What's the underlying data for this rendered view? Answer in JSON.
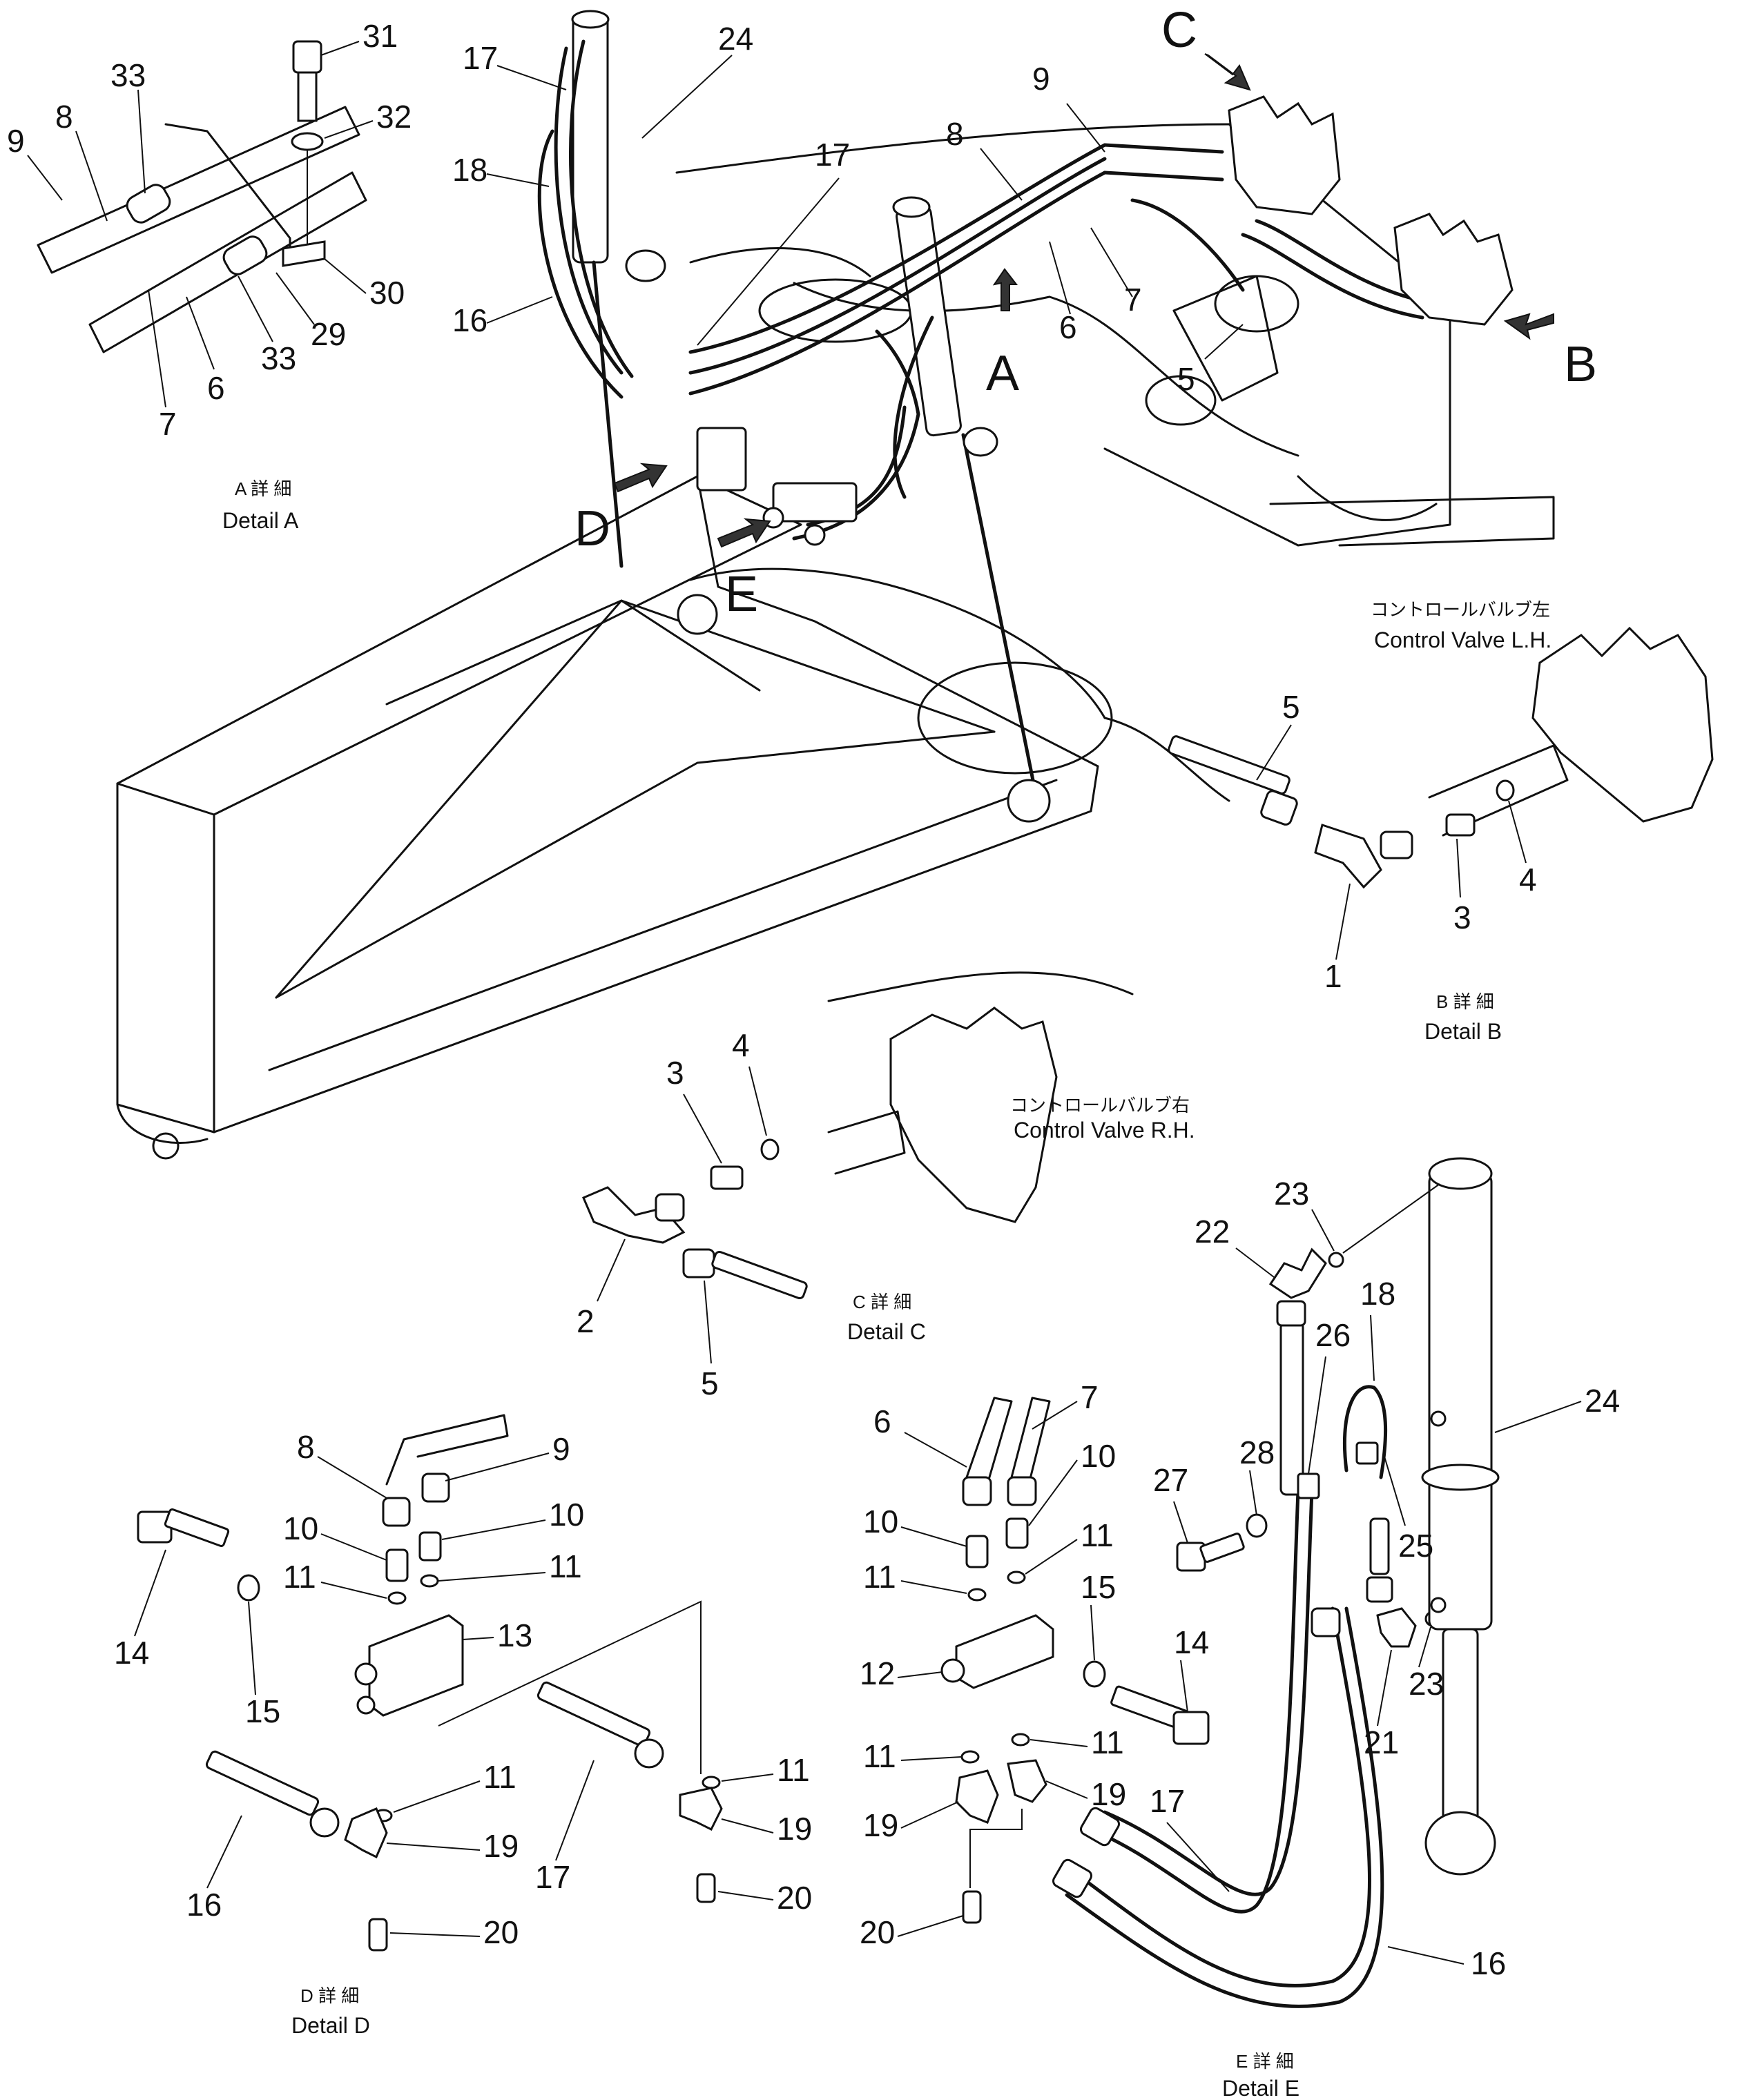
{
  "detail_captions": {
    "a": {
      "jp": "A 詳 細",
      "en": "Detail  A"
    },
    "b": {
      "jp": "B 詳 細",
      "en": "Detail  B"
    },
    "c": {
      "jp": "C 詳 細",
      "en": "Detail  C"
    },
    "d": {
      "jp": "D 詳 細",
      "en": "Detail  D"
    },
    "e": {
      "jp": "E 詳 細",
      "en": "Detail  E"
    }
  },
  "valve_labels": {
    "left": {
      "jp": "コントロールバルブ左",
      "en": "Control Valve L.H."
    },
    "right": {
      "jp": "コントロールバルブ右",
      "en": "Control Valve R.H."
    }
  },
  "view_letters": [
    "A",
    "B",
    "C",
    "D",
    "E"
  ],
  "callouts": {
    "a": [
      "9",
      "8",
      "33",
      "31",
      "32",
      "30",
      "29",
      "33",
      "6",
      "7"
    ],
    "main": [
      "17",
      "24",
      "18",
      "16",
      "17",
      "9",
      "8",
      "7",
      "6",
      "5"
    ],
    "b": [
      "5",
      "1",
      "3",
      "4"
    ],
    "c": [
      "3",
      "4",
      "2",
      "5"
    ],
    "d": [
      "8",
      "9",
      "10",
      "10",
      "11",
      "11",
      "13",
      "14",
      "15",
      "11",
      "19",
      "16",
      "20",
      "17",
      "11",
      "19",
      "20"
    ],
    "e": [
      "6",
      "7",
      "10",
      "10",
      "11",
      "11",
      "15",
      "14",
      "12",
      "11",
      "11",
      "19",
      "19",
      "20",
      "17",
      "16",
      "23",
      "22",
      "18",
      "26",
      "24",
      "28",
      "27",
      "25",
      "23",
      "21"
    ]
  }
}
